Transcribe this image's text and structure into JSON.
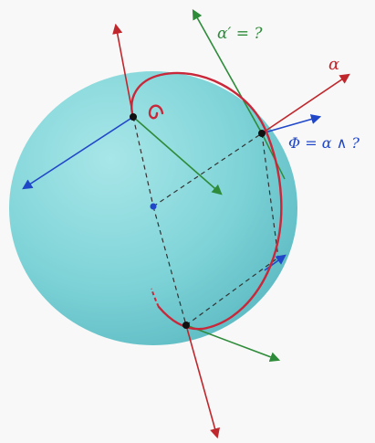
{
  "figure": {
    "labels": {
      "derivative": "α′ = ?",
      "curve": "α",
      "product": "Φ = α ∧ ?"
    },
    "colors": {
      "background": "#f7f8f7",
      "sphere": "#7fd4d8",
      "sphere_shadow": "#5fbcc4",
      "curve": "#c8283a",
      "axis_red": "#c0272d",
      "axis_green": "#2e8b3a",
      "axis_blue": "#2147c9",
      "point": "#111111",
      "center_point": "#2147c9",
      "dashed": "#333333"
    }
  }
}
